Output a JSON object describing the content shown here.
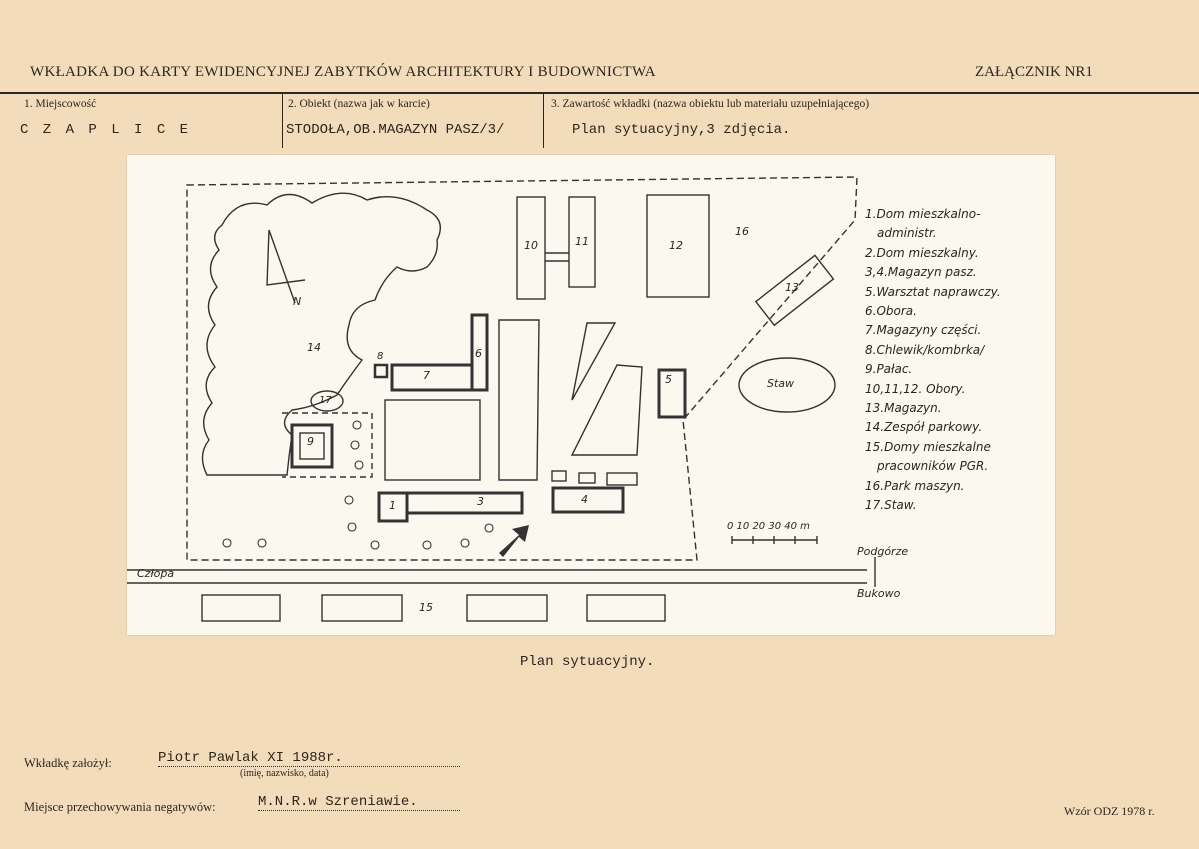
{
  "header": {
    "title": "WKŁADKA DO KARTY EWIDENCYJNEJ ZABYTKÓW ARCHITEKTURY I BUDOWNICTWA",
    "annex": "ZAŁĄCZNIK NR1"
  },
  "fields": {
    "locality_label": "1. Miejscowość",
    "locality_value": "C Z A P L I C E",
    "object_label": "2. Obiekt (nazwa jak w karcie)",
    "object_value": "STODOŁA,OB.MAGAZYN PASZ/3/",
    "contents_label": "3. Zawartość wkładki (nazwa obiektu lub materiału uzupełniającego)",
    "contents_value": "Plan sytuacyjny,3 zdjęcia."
  },
  "map": {
    "legend": [
      "1.Dom mieszkalno-",
      "administr.",
      "2.Dom mieszkalny.",
      "3,4.Magazyn pasz.",
      "5.Warsztat naprawczy.",
      "6.Obora.",
      "7.Magazyny części.",
      "8.Chlewik/kombrka/",
      "9.Pałac.",
      "10,11,12. Obory.",
      "13.Magazyn.",
      "14.Zespół parkowy.",
      "15.Domy mieszkalne",
      "pracowników PGR.",
      "16.Park maszyn.",
      "17.Staw."
    ],
    "north": "N",
    "labels": {
      "n1": "1",
      "n3": "3",
      "n4": "4",
      "n5": "5",
      "n6": "6",
      "n7": "7",
      "n8": "8",
      "n9": "9",
      "n10": "10",
      "n11": "11",
      "n12": "12",
      "n13": "13",
      "n14": "14",
      "n15": "15",
      "n16": "16",
      "n17": "17",
      "staw": "Staw",
      "czlopa": "Człopa",
      "podgorze": "Podgórze",
      "bukowo": "Bukowo",
      "scale": "0 10 20 30 40 m"
    }
  },
  "caption": "Plan sytuacyjny.",
  "footer": {
    "author_label": "Wkładkę założył:",
    "author_value": "Piotr Pawlak XI 1988r.",
    "author_hint": "(imię, nazwisko, data)",
    "negatives_label": "Miejsce przechowywania negatywów:",
    "negatives_value": "M.N.R.w Szreniawie.",
    "form_note": "Wzór ODZ 1978 r."
  }
}
